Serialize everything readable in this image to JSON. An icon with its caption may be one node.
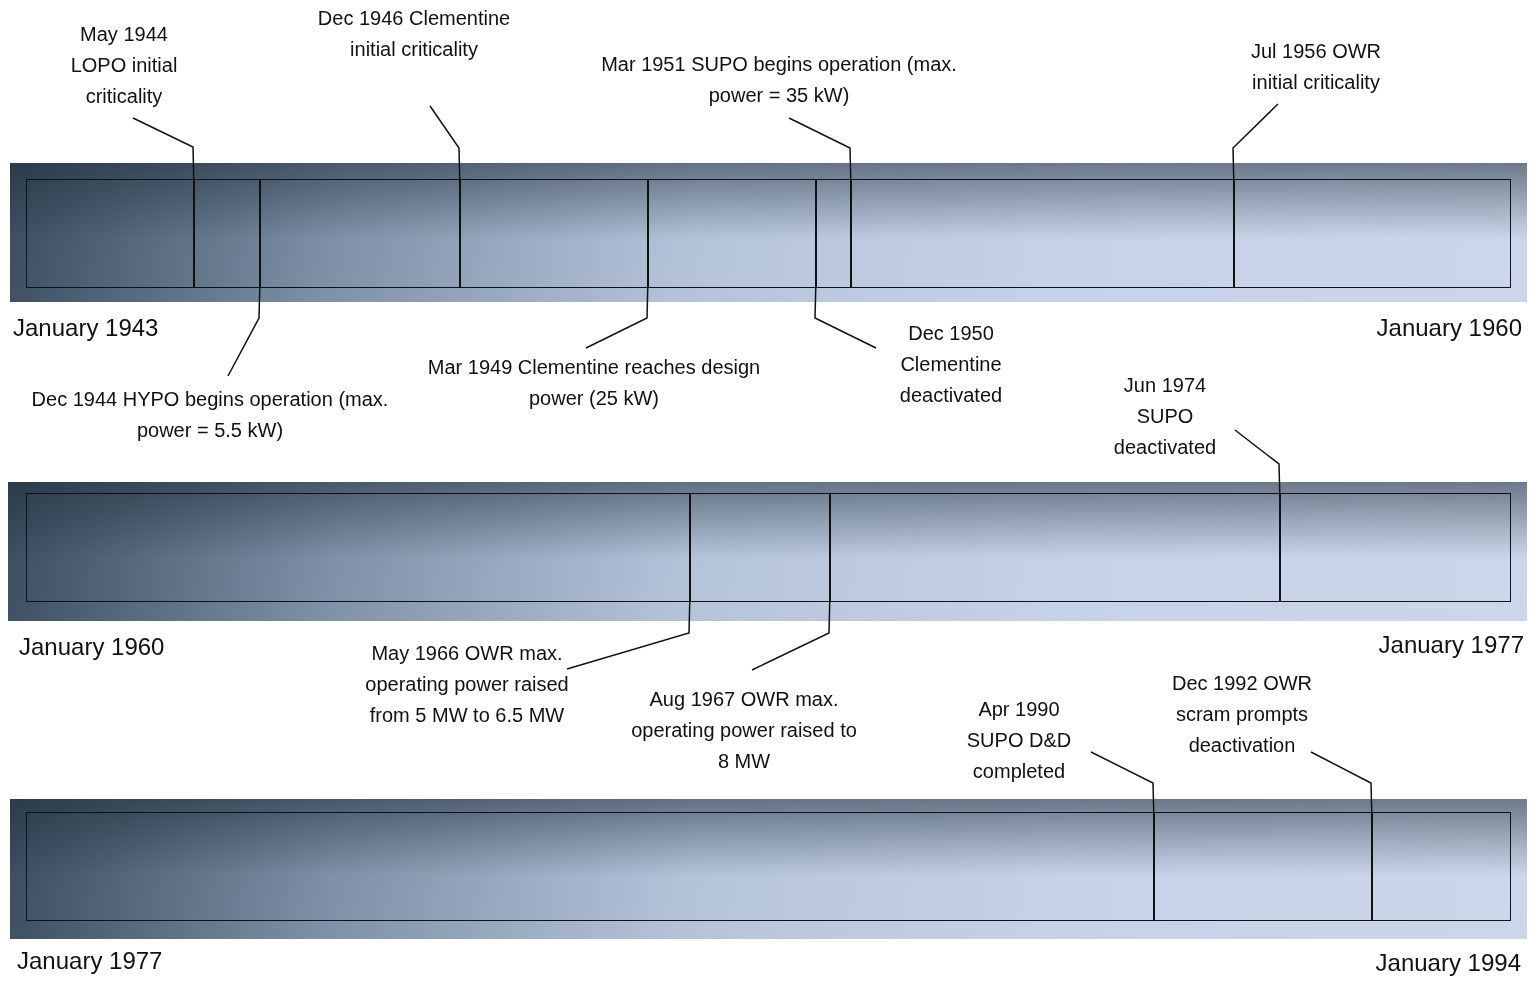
{
  "diagram": {
    "nodes": [
      {
        "text": [],
        "shape": "box",
        "beside": [
          "January 1943",
          "January 1960"
        ]
      },
      {
        "text": [],
        "shape": "bar",
        "in": 0
      },
      {
        "text": [],
        "shape": "bar",
        "in": 0
      },
      {
        "text": [],
        "shape": "bar",
        "in": 0
      },
      {
        "text": [],
        "shape": "bar",
        "in": 0
      },
      {
        "text": [],
        "shape": "bar",
        "in": 0
      },
      {
        "text": [],
        "shape": "bar",
        "in": 0
      },
      {
        "text": [],
        "shape": "bar",
        "in": 0
      },
      {
        "text": [],
        "shape": "box",
        "beside": [
          "January 1960",
          "January 1977"
        ]
      },
      {
        "text": [],
        "shape": "bar",
        "in": 8
      },
      {
        "text": [],
        "shape": "bar",
        "in": 8
      },
      {
        "text": [],
        "shape": "bar",
        "in": 8
      },
      {
        "text": [],
        "shape": "box",
        "beside": [
          "January 1977",
          "January 1994"
        ]
      },
      {
        "text": [],
        "shape": "bar",
        "in": 12
      },
      {
        "text": [],
        "shape": "bar",
        "in": 12
      },
      {
        "text": [
          "May 1944 LOPO initial criticality"
        ]
      },
      {
        "text": [
          "Dec 1946 Clementine initial criticality"
        ]
      },
      {
        "text": [
          "Mar 1951 SUPO begins operation (max. power = 35 kW)"
        ]
      },
      {
        "text": [
          "Jul 1956 OWR initial criticality"
        ]
      },
      {
        "text": [
          "Dec 1944 HYPO begins operation (max. power = 5.5 kW)"
        ]
      },
      {
        "text": [
          "Mar 1949 Clementine reaches design power (25 kW)"
        ]
      },
      {
        "text": [
          "Dec 1950 Clementine deactivated"
        ]
      },
      {
        "text": [
          "Jun 1974 SUPO deactivated"
        ]
      },
      {
        "text": [
          "May 1966 OWR max. operating power raised from 5 MW to 6.5 MW"
        ]
      },
      {
        "text": [
          "Aug 1967 OWR max. operating power raised to 8 MW"
        ]
      },
      {
        "text": [
          "Apr 1990 SUPO D&D completed"
        ]
      },
      {
        "text": [
          "Dec 1992 OWR scram prompts deactivation"
        ]
      }
    ],
    "edges": [
      {
        "from": 15,
        "to": 1,
        "arrow": "none"
      },
      {
        "from": 16,
        "to": 3,
        "arrow": "none"
      },
      {
        "from": 17,
        "to": 6,
        "arrow": "none"
      },
      {
        "from": 18,
        "to": 7,
        "arrow": "none"
      },
      {
        "from": 19,
        "to": 2,
        "arrow": "none"
      },
      {
        "from": 20,
        "to": 4,
        "arrow": "none"
      },
      {
        "from": 21,
        "to": 5,
        "arrow": "none"
      },
      {
        "from": 22,
        "to": 11,
        "arrow": "none"
      },
      {
        "from": 23,
        "to": 9,
        "arrow": "none"
      },
      {
        "from": 24,
        "to": 10,
        "arrow": "none"
      },
      {
        "from": 25,
        "to": 13,
        "arrow": "none"
      },
      {
        "from": 26,
        "to": 14,
        "arrow": "none"
      }
    ]
  }
}
